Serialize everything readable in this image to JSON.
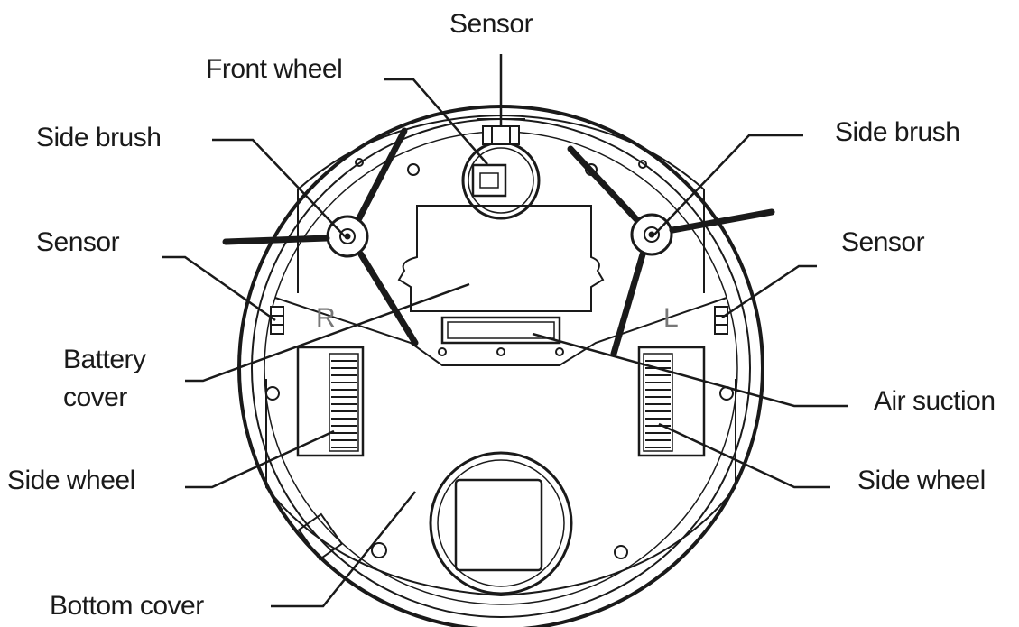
{
  "labels": {
    "sensor_top": "Sensor",
    "front_wheel": "Front wheel",
    "side_brush_left": "Side brush",
    "side_brush_right": "Side brush",
    "sensor_left": "Sensor",
    "sensor_right": "Sensor",
    "battery_cover_line1": "Battery",
    "battery_cover_line2": "cover",
    "air_suction": "Air suction",
    "side_wheel_left": "Side wheel",
    "side_wheel_right": "Side wheel",
    "bottom_cover": "Bottom cover"
  },
  "wheel_letters": {
    "right": "R",
    "left": "L"
  },
  "colors": {
    "line": "#1a1a1a",
    "background": "#ffffff"
  }
}
